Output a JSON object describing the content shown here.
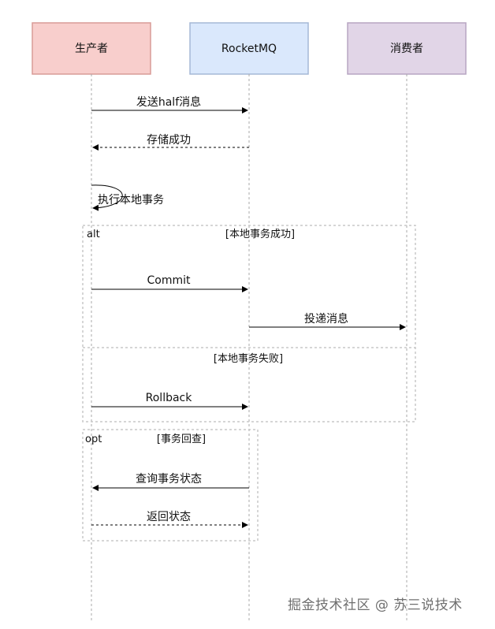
{
  "participants": [
    {
      "label": "生产者",
      "fill": "#f8cecc",
      "stroke": "#d99b97"
    },
    {
      "label": "RocketMQ",
      "fill": "#dae8fc",
      "stroke": "#a5b8d6"
    },
    {
      "label": "消费者",
      "fill": "#e1d5e7",
      "stroke": "#b7a5c2"
    }
  ],
  "messages": {
    "send_half": "发送half消息",
    "store_ok": "存储成功",
    "exec_local": "执行本地事务",
    "commit": "Commit",
    "deliver": "投递消息",
    "rollback": "Rollback",
    "query_status": "查询事务状态",
    "return_status": "返回状态"
  },
  "frames": {
    "alt_label": "alt",
    "alt_cond1": "[本地事务成功]",
    "alt_cond2": "[本地事务失败]",
    "opt_label": "opt",
    "opt_cond": "[事务回查]"
  },
  "watermark": "掘金技术社区 @ 苏三说技术",
  "colors": {
    "line": "#000000",
    "lifeline": "#999999",
    "frame": "#c8c8c8"
  }
}
